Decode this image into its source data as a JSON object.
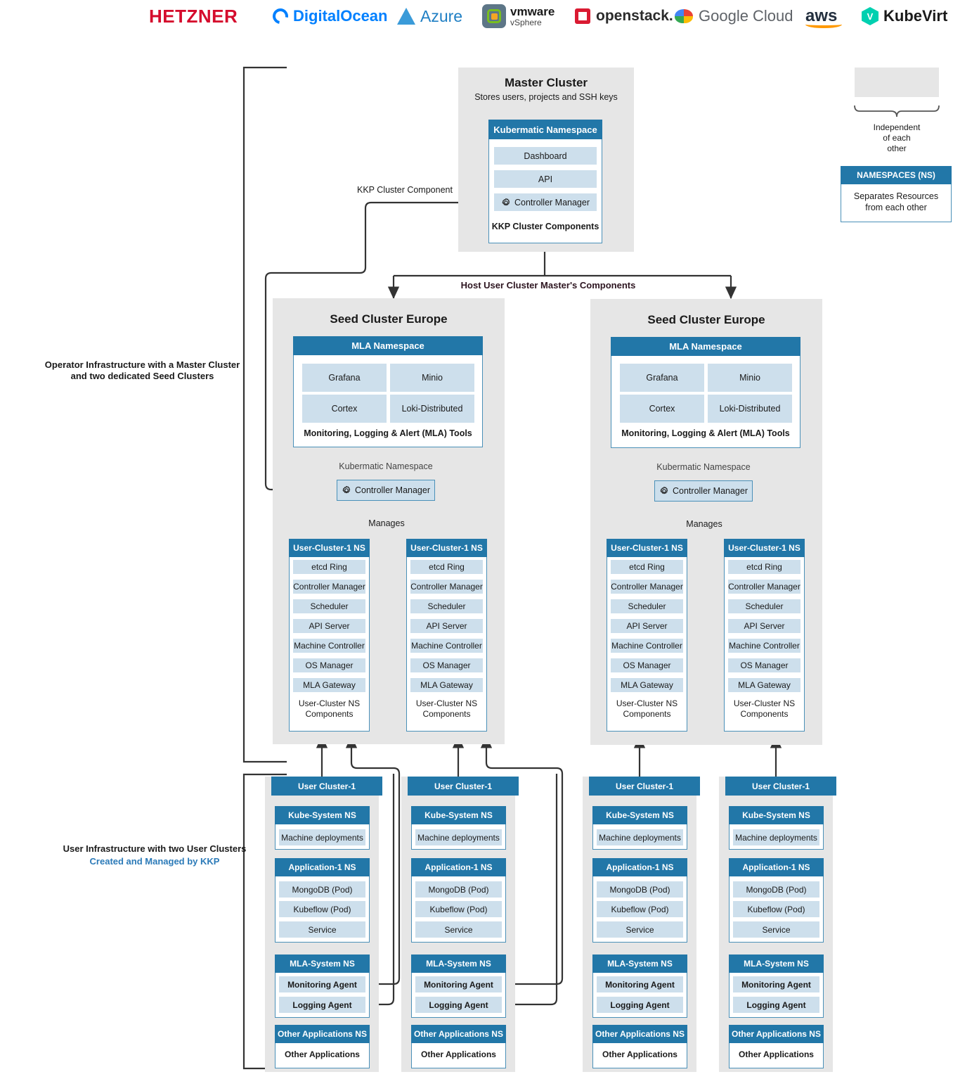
{
  "providers": [
    {
      "name": "Hetzner",
      "label": "HETZNER"
    },
    {
      "name": "DigitalOcean",
      "label": "DigitalOcean"
    },
    {
      "name": "Azure",
      "label": "Azure"
    },
    {
      "name": "VMware vSphere",
      "label": "vmware",
      "sub": "vSphere"
    },
    {
      "name": "OpenStack",
      "label": "openstack."
    },
    {
      "name": "Google Cloud",
      "label_1": "Google",
      "label_2": "Cloud"
    },
    {
      "name": "AWS",
      "label": "aws"
    },
    {
      "name": "KubeVirt",
      "label": "KubeVirt",
      "mark": "V"
    }
  ],
  "left_labels": {
    "operator": "Operator Infrastructure with a Master Cluster\nand two dedicated Seed Clusters",
    "user_line1": "User Infrastructure with two User Clusters",
    "user_line2": "Created and Managed by KKP"
  },
  "master_cluster": {
    "title": "Master Cluster",
    "subtitle": "Stores users, projects and SSH keys",
    "namespace_header": "Kubermatic Namespace",
    "components": [
      "Dashboard",
      "API",
      "Controller Manager"
    ],
    "footer": "KKP Cluster Components"
  },
  "edge_labels": {
    "kkp_cluster_component": "KKP Cluster Component",
    "host_master_components": "Host User Cluster Master's Components",
    "manages": "Manages"
  },
  "legend": {
    "independent": "Independent\nof each\nother",
    "namespaces_header": "NAMESPACES (NS)",
    "namespaces_body": "Separates Resources\nfrom each other"
  },
  "seed_clusters": [
    {
      "title": "Seed Cluster Europe",
      "mla_header": "MLA Namespace",
      "mla_tools": [
        "Grafana",
        "Minio",
        "Cortex",
        "Loki-Distributed"
      ],
      "mla_footer": "Monitoring, Logging & Alert (MLA) Tools",
      "kubermatic_ns_label": "Kubermatic Namespace",
      "controller_manager": "Controller Manager",
      "user_cluster_ns": [
        {
          "header": "User-Cluster-1 NS",
          "items": [
            "etcd Ring",
            "Controller Manager",
            "Scheduler",
            "API Server",
            "Machine Controller",
            "OS Manager",
            "MLA Gateway"
          ],
          "footer": "User-Cluster NS\nComponents"
        },
        {
          "header": "User-Cluster-1 NS",
          "items": [
            "etcd Ring",
            "Controller Manager",
            "Scheduler",
            "API Server",
            "Machine Controller",
            "OS Manager",
            "MLA Gateway"
          ],
          "footer": "User-Cluster NS\nComponents"
        }
      ]
    },
    {
      "title": "Seed Cluster Europe",
      "mla_header": "MLA Namespace",
      "mla_tools": [
        "Grafana",
        "Minio",
        "Cortex",
        "Loki-Distributed"
      ],
      "mla_footer": "Monitoring, Logging & Alert (MLA) Tools",
      "kubermatic_ns_label": "Kubermatic Namespace",
      "controller_manager": "Controller Manager",
      "user_cluster_ns": [
        {
          "header": "User-Cluster-1 NS",
          "items": [
            "etcd Ring",
            "Controller Manager",
            "Scheduler",
            "API Server",
            "Machine Controller",
            "OS Manager",
            "MLA Gateway"
          ],
          "footer": "User-Cluster NS\nComponents"
        },
        {
          "header": "User-Cluster-1 NS",
          "items": [
            "etcd Ring",
            "Controller Manager",
            "Scheduler",
            "API Server",
            "Machine Controller",
            "OS Manager",
            "MLA Gateway"
          ],
          "footer": "User-Cluster NS\nComponents"
        }
      ]
    }
  ],
  "user_clusters": [
    {
      "header": "User Cluster-1",
      "groups": [
        {
          "header": "Kube-System NS",
          "items": [
            "Machine deployments"
          ]
        },
        {
          "header": "Application-1 NS",
          "items": [
            "MongoDB (Pod)",
            "Kubeflow (Pod)",
            "Service"
          ]
        },
        {
          "header": "MLA-System NS",
          "items": [
            "Monitoring Agent",
            "Logging Agent"
          ]
        },
        {
          "header": "Other Applications NS",
          "items": [
            "Other Applications"
          ]
        }
      ]
    },
    {
      "header": "User Cluster-1",
      "groups": [
        {
          "header": "Kube-System NS",
          "items": [
            "Machine deployments"
          ]
        },
        {
          "header": "Application-1 NS",
          "items": [
            "MongoDB (Pod)",
            "Kubeflow (Pod)",
            "Service"
          ]
        },
        {
          "header": "MLA-System NS",
          "items": [
            "Monitoring Agent",
            "Logging Agent"
          ]
        },
        {
          "header": "Other Applications NS",
          "items": [
            "Other Applications"
          ]
        }
      ]
    },
    {
      "header": "User Cluster-1",
      "groups": [
        {
          "header": "Kube-System NS",
          "items": [
            "Machine deployments"
          ]
        },
        {
          "header": "Application-1 NS",
          "items": [
            "MongoDB (Pod)",
            "Kubeflow (Pod)",
            "Service"
          ]
        },
        {
          "header": "MLA-System NS",
          "items": [
            "Monitoring Agent",
            "Logging Agent"
          ]
        },
        {
          "header": "Other Applications NS",
          "items": [
            "Other Applications"
          ]
        }
      ]
    },
    {
      "header": "User Cluster-1",
      "groups": [
        {
          "header": "Kube-System NS",
          "items": [
            "Machine deployments"
          ]
        },
        {
          "header": "Application-1 NS",
          "items": [
            "MongoDB (Pod)",
            "Kubeflow (Pod)",
            "Service"
          ]
        },
        {
          "header": "MLA-System NS",
          "items": [
            "Monitoring Agent",
            "Logging Agent"
          ]
        },
        {
          "header": "Other Applications NS",
          "items": [
            "Other Applications"
          ]
        }
      ]
    }
  ],
  "colors": {
    "header_blue": "#2277a8",
    "chip_blue": "#cddfec",
    "cluster_grey": "#e6e6e6",
    "border_blue": "#4a90b8",
    "accent_link": "#2b7ab8",
    "edge_maroon": "#2d1520",
    "line": "#333333"
  }
}
